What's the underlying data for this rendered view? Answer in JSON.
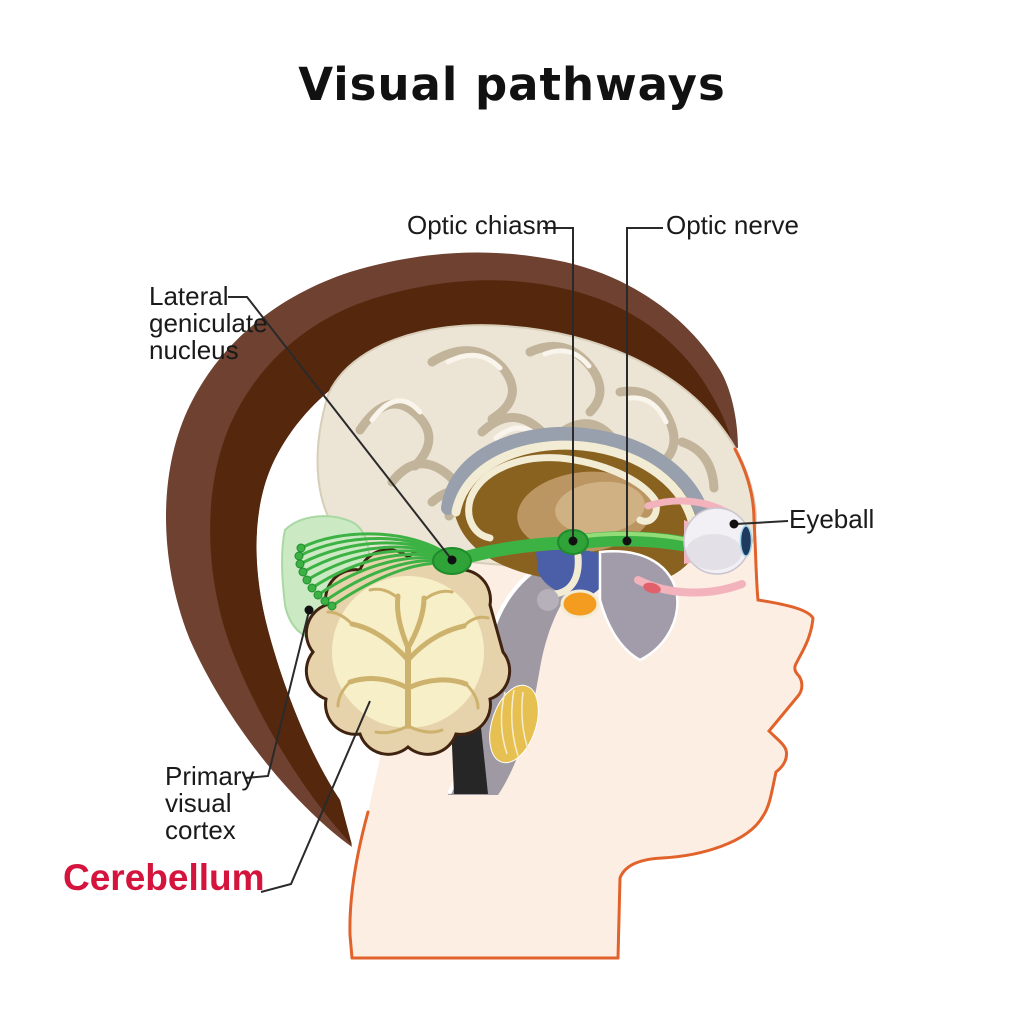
{
  "title": "Visual pathways",
  "labels": [
    {
      "id": "lateral-geniculate-nucleus",
      "text": "Lateral\ngeniculate\nnucleus"
    },
    {
      "id": "optic-chiasm",
      "text": "Optic chiasm"
    },
    {
      "id": "optic-nerve",
      "text": "Optic nerve"
    },
    {
      "id": "eyeball",
      "text": "Eyeball"
    },
    {
      "id": "primary-visual-cortex",
      "text": "Primary\nvisual\ncortex"
    },
    {
      "id": "cerebellum",
      "text": "Cerebellum"
    }
  ],
  "colors": {
    "label_text": "#1a1a1a",
    "cerebellum_label": "#d5143e",
    "leader_line": "#2a2a2a",
    "skin": "#fdeee4",
    "profile_outline": "#e2622b",
    "skull_outer": "#6e4130",
    "skull_inner": "#55280e",
    "brain": "#ece4d4",
    "gyri_shadow": "#c2b49a",
    "gyri_highlight": "#f9f5ec",
    "optic_green": "#3db244",
    "optic_green_dark": "#1f8c2c",
    "optic_green_light": "#93dd78",
    "cortex_green": "#cbeac3",
    "cerebellum_outline": "#3f2310",
    "cerebellum_band": "#e6d2ab",
    "cerebellum_core": "#f7efc8",
    "arbor_vitae": "#cdb26e",
    "thalamus_bg": "#8a6220",
    "thalamus": "#bb9662",
    "fornix": "#f3ecd5",
    "callosum_gray": "#97a0ac",
    "brainstem_gray": "#9e99a3",
    "brainstem_black": "#262626",
    "pons_gold": "#e6c050",
    "midbrain_blue": "#4a5fa8",
    "nucleus_orange": "#f39c1f",
    "eye_white": "#f2f0f4",
    "eye_shade": "#d8d4dc",
    "iris_blue": "#1e3a5f",
    "muscle_pink": "#f3b3bc"
  }
}
